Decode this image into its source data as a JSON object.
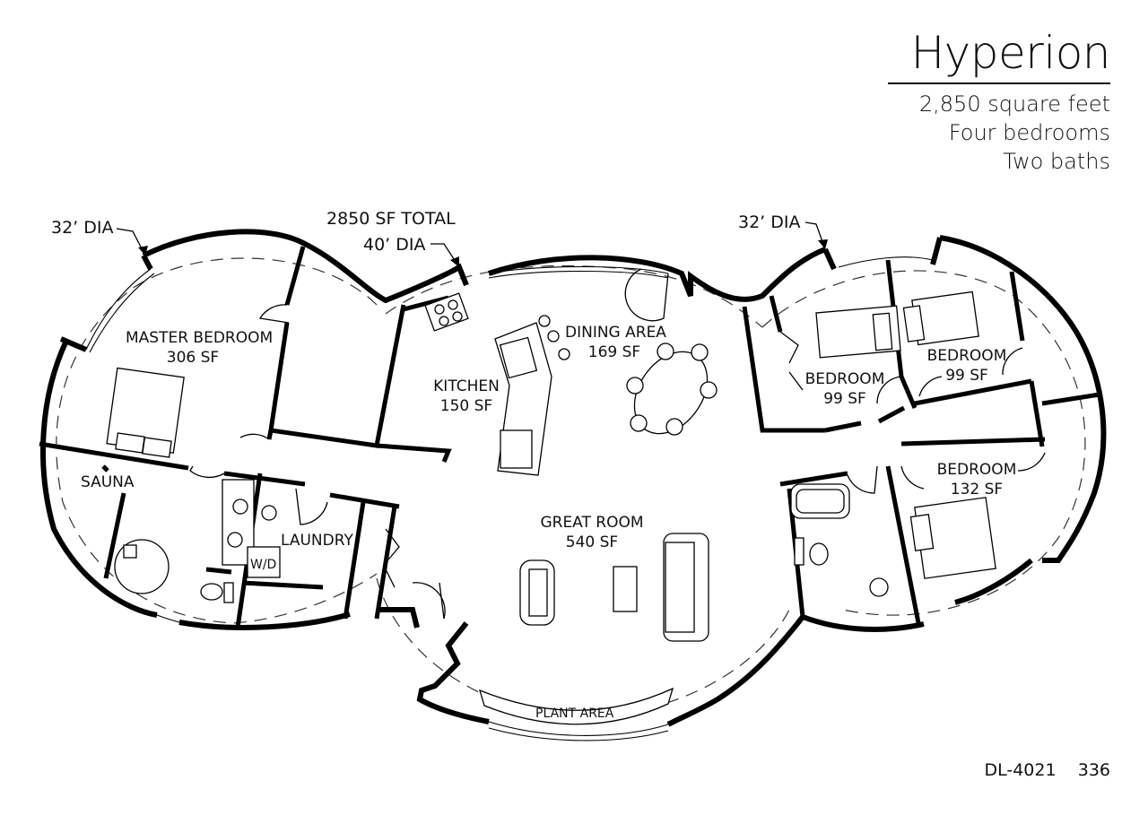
{
  "header": {
    "title": "Hyperion",
    "specs": [
      "2,850 square feet",
      "Four bedrooms",
      "Two baths"
    ]
  },
  "dimensions": {
    "left_dia": "32’ DIA",
    "total": "2850 SF TOTAL",
    "center_dia": "40’ DIA",
    "right_dia": "32’ DIA"
  },
  "rooms": {
    "master": {
      "name": "MASTER BEDROOM",
      "area": "306 SF"
    },
    "sauna": {
      "name": "SAUNA"
    },
    "laundry": {
      "name": "LAUNDRY"
    },
    "wd": {
      "name": "W/D"
    },
    "kitchen": {
      "name": "KITCHEN",
      "area": "150 SF"
    },
    "dining": {
      "name": "DINING AREA",
      "area": "169 SF"
    },
    "great": {
      "name": "GREAT ROOM",
      "area": "540 SF"
    },
    "plant": {
      "name": "PLANT AREA"
    },
    "bedroom1": {
      "name": "BEDROOM",
      "area": "99 SF"
    },
    "bedroom2": {
      "name": "BEDROOM",
      "area": "99 SF"
    },
    "bedroom3": {
      "name": "BEDROOM",
      "area": "132 SF"
    }
  },
  "footer": {
    "code": "DL-4021",
    "page": "336"
  }
}
